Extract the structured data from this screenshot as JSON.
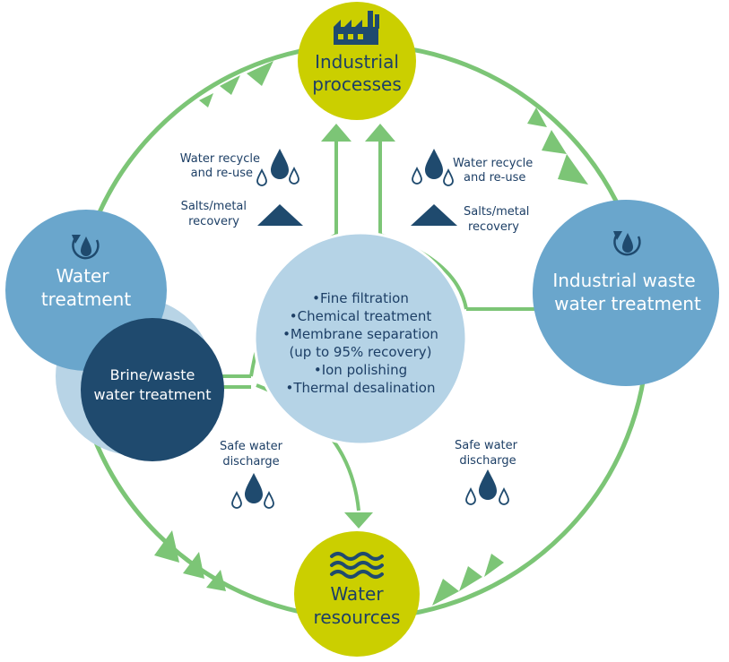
{
  "colors": {
    "cycle_green": "#7cc576",
    "connector_green": "#7cc576",
    "yellow": "#cbcf00",
    "light_blue": "#6aa6cc",
    "pale_blue": "#b8d4e6",
    "center_blue": "#b5d3e6",
    "dark_navy": "#1f4a6e",
    "text_navy": "#1d3f66",
    "white": "#ffffff"
  },
  "nodes": {
    "industrial": {
      "line1": "Industrial",
      "line2": "processes",
      "icon": "factory-icon"
    },
    "water_resources": {
      "line1": "Water",
      "line2": "resources",
      "icon": "waves-icon"
    },
    "water_treatment": {
      "line1": "Water",
      "line2": "treatment",
      "icon": "recycle-drop-icon"
    },
    "waste_treatment": {
      "line1": "Industrial waste",
      "line2": "water treatment",
      "icon": "recycle-drop-icon"
    },
    "brine": {
      "line1": "Brine/waste",
      "line2": "water treatment"
    }
  },
  "center": {
    "items": [
      "Fine filtration",
      "Chemical treatment",
      "Membrane separation",
      "(up to 95% recovery)",
      "Ion polishing",
      "Thermal desalination"
    ]
  },
  "annotations": {
    "left_recycle": {
      "line1": "Water recycle",
      "line2": "and re-use",
      "icon": "water-drops-icon"
    },
    "right_recycle": {
      "line1": "Water recycle",
      "line2": "and re-use",
      "icon": "water-drops-icon"
    },
    "left_salts": {
      "line1": "Salts/metal",
      "line2": "recovery",
      "icon": "salt-pile-icon"
    },
    "right_salts": {
      "line1": "Salts/metal",
      "line2": "recovery",
      "icon": "salt-pile-icon"
    },
    "left_discharge": {
      "line1": "Safe water",
      "line2": "discharge",
      "icon": "water-drops-icon"
    },
    "right_discharge": {
      "line1": "Safe water",
      "line2": "discharge",
      "icon": "water-drops-icon"
    }
  }
}
